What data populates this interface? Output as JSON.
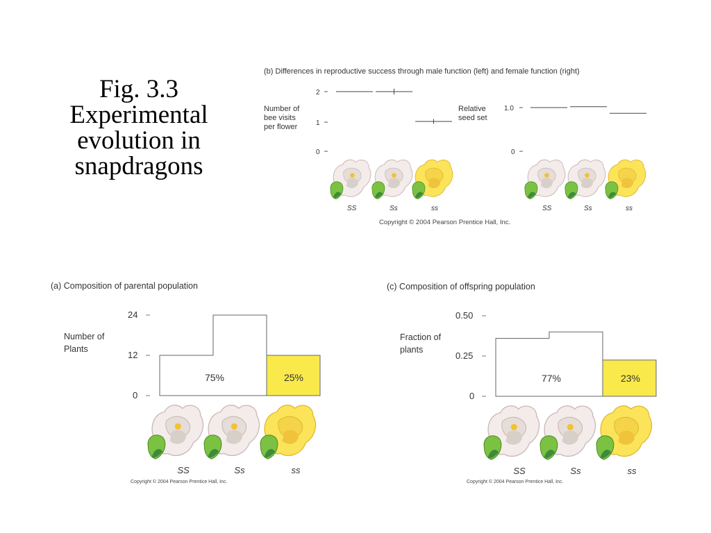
{
  "slide": {
    "title_lines": [
      "Fig. 3.3",
      "Experimental",
      "evolution in",
      "snapdragons"
    ]
  },
  "colors": {
    "yellow": "#f9e94a",
    "white_box": "#ffffff",
    "axis": "#555555"
  },
  "chart_data": [
    {
      "id": "panel-a",
      "type": "bar",
      "title": "(a) Composition of parental population",
      "ylabel_lines": [
        "Number of",
        "Plants"
      ],
      "yticks": [
        "24",
        "12",
        "0"
      ],
      "ytick_values": [
        24,
        12,
        0
      ],
      "ylim": [
        0,
        24
      ],
      "categories": [
        "SS",
        "Ss",
        "ss"
      ],
      "values": [
        12,
        24,
        12
      ],
      "group_labels": [
        {
          "text": "75%",
          "spans": [
            "SS",
            "Ss"
          ]
        },
        {
          "text": "25%",
          "spans": [
            "ss"
          ]
        }
      ],
      "copyright": "Copyright © 2004 Pearson Prentice Hall, Inc."
    },
    {
      "id": "panel-b",
      "type": "scatter",
      "title": "(b) Differences in reproductive success through male function (left) and female function (right)",
      "copyright": "Copyright © 2004 Pearson Prentice Hall, Inc.",
      "subplots": [
        {
          "ylabel_lines": [
            "Number of",
            "bee visits",
            "per flower"
          ],
          "yticks": [
            "2",
            "1",
            "0"
          ],
          "ytick_values": [
            2,
            1,
            0
          ],
          "categories": [
            "SS",
            "Ss",
            "ss"
          ],
          "values": [
            2.0,
            2.0,
            1.0
          ],
          "error_bars": [
            0,
            0.1,
            0.08
          ]
        },
        {
          "ylabel_lines": [
            "Relative",
            "seed set"
          ],
          "yticks": [
            "1.0",
            "0"
          ],
          "ytick_values": [
            1.0,
            0
          ],
          "categories": [
            "SS",
            "Ss",
            "ss"
          ],
          "values": [
            1.0,
            1.02,
            0.87
          ],
          "error_bars": [
            0,
            0,
            0
          ]
        }
      ]
    },
    {
      "id": "panel-c",
      "type": "bar",
      "title": "(c) Composition of offspring population",
      "ylabel_lines": [
        "Fraction of",
        "plants"
      ],
      "yticks": [
        "0.50",
        "0.25",
        "0"
      ],
      "ytick_values": [
        0.5,
        0.25,
        0
      ],
      "ylim": [
        0,
        0.5
      ],
      "categories": [
        "SS",
        "Ss",
        "ss"
      ],
      "values": [
        0.36,
        0.4,
        0.225
      ],
      "group_labels": [
        {
          "text": "77%",
          "spans": [
            "SS",
            "Ss"
          ]
        },
        {
          "text": "23%",
          "spans": [
            "ss"
          ]
        }
      ],
      "copyright": "Copyright © 2004 Pearson Prentice Hall, Inc."
    }
  ]
}
